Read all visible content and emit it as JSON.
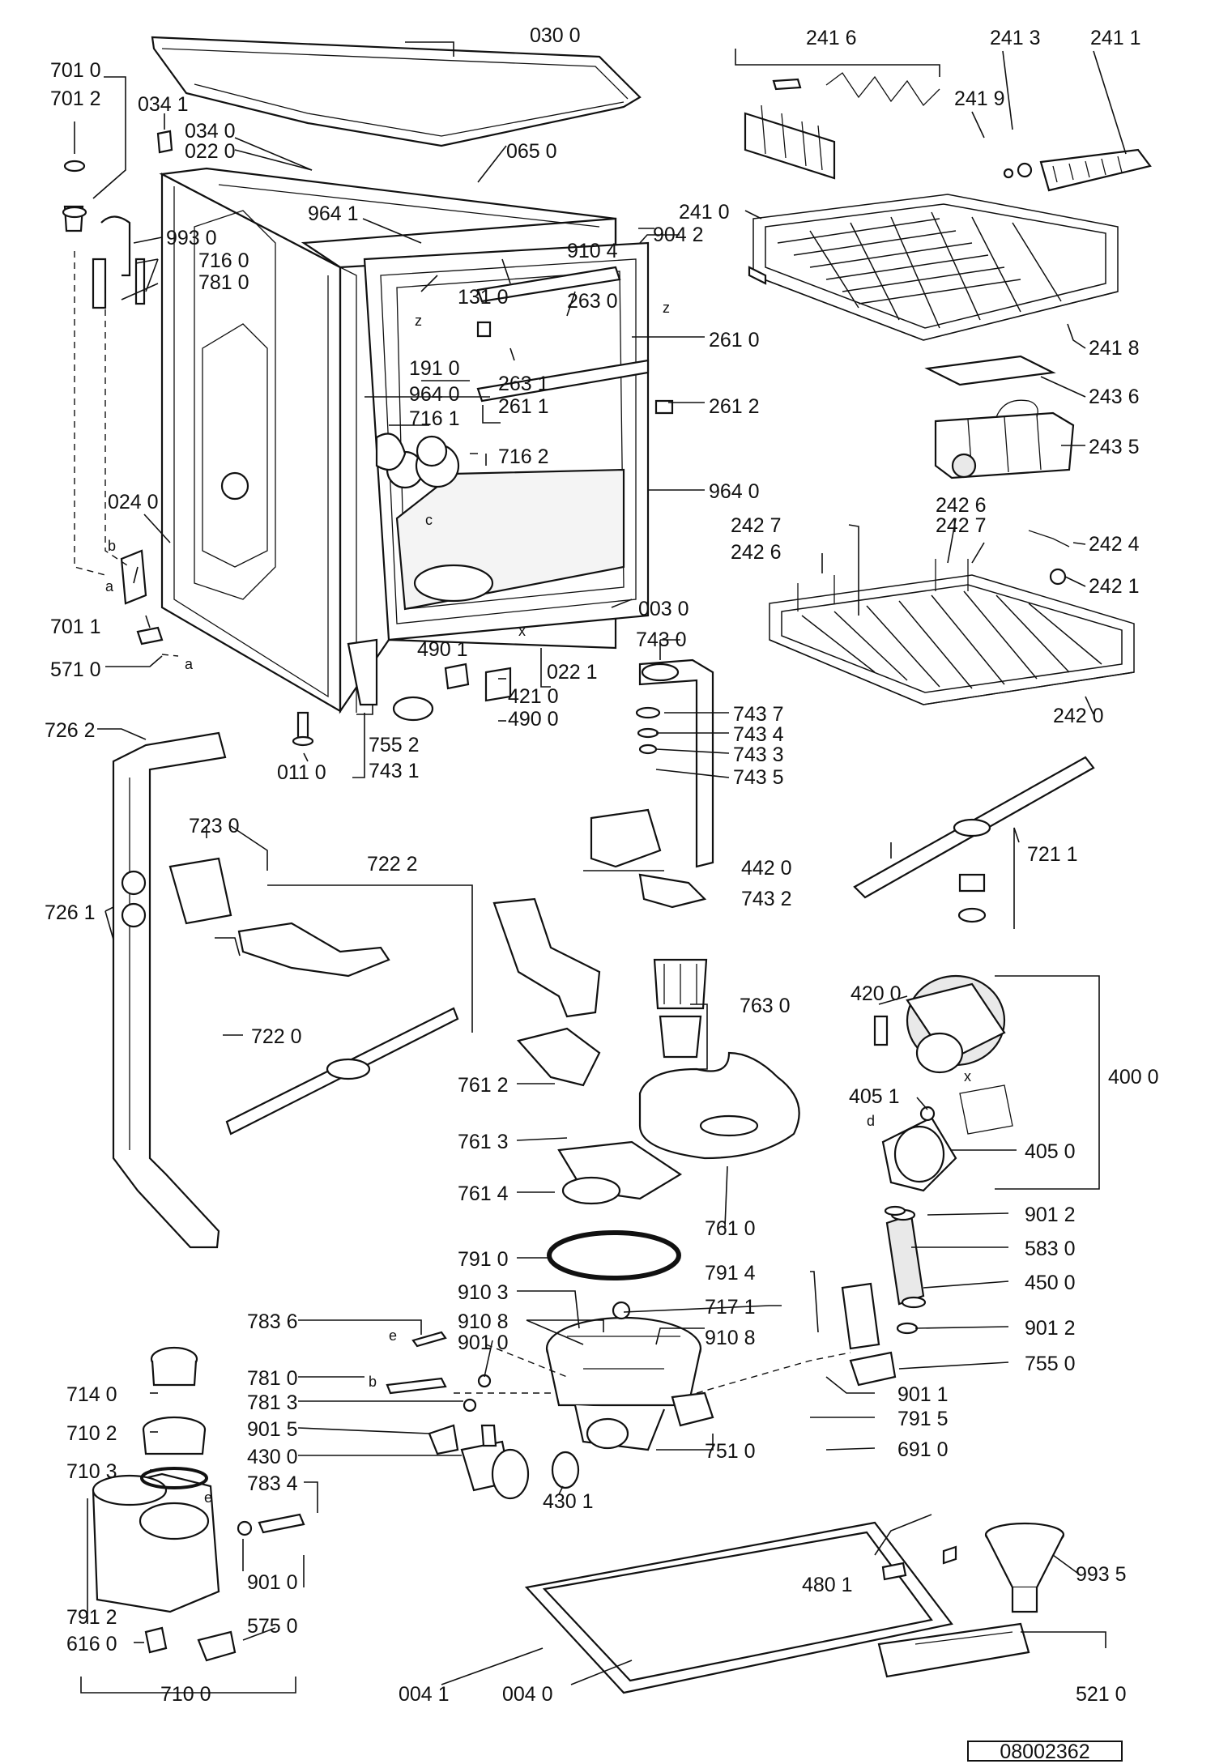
{
  "document_number": "08002362",
  "letters": {
    "a1": "a",
    "a2": "a",
    "b1": "b",
    "b2": "b",
    "c1": "c",
    "d1": "d",
    "e1": "e",
    "e2": "e",
    "x1": "x",
    "x2": "x",
    "z1": "z",
    "z2": "z"
  },
  "labels": {
    "l0300": "030 0",
    "l7010": "701 0",
    "l7012": "701 2",
    "l0341": "034 1",
    "l0340": "034 0",
    "l0220": "022 0",
    "l0650": "065 0",
    "l9641": "964 1",
    "l9930": "993 0",
    "l7160": "716 0",
    "l7810a": "781 0",
    "l9042": "904 2",
    "l9104": "910 4",
    "l1310": "131 0",
    "l2630": "263 0",
    "l2610": "261 0",
    "l1910": "191 0",
    "l9640a": "964 0",
    "l2631": "263 1",
    "l2611": "261 1",
    "l2612": "261 2",
    "l7161": "716 1",
    "l7162": "716 2",
    "l9640b": "964 0",
    "l0240": "024 0",
    "l7011": "701 1",
    "l0030": "003 0",
    "l5710": "571 0",
    "l4901": "490 1",
    "l0221": "022 1",
    "l7430": "743 0",
    "l4210": "421 0",
    "l4900": "490 0",
    "l7437": "743 7",
    "l7434": "743 4",
    "l7433": "743 3",
    "l7435": "743 5",
    "l7262": "726 2",
    "l7552": "755 2",
    "l0110": "011 0",
    "l7431": "743 1",
    "l2416": "241 6",
    "l2413": "241 3",
    "l2411": "241 1",
    "l2419": "241 9",
    "l2410": "241 0",
    "l2418": "241 8",
    "l2436": "243 6",
    "l2435": "243 5",
    "l2426a": "242 6",
    "l2427a": "242 7",
    "l2427b": "242 7",
    "l2426b": "242 6",
    "l2424": "242 4",
    "l2421": "242 1",
    "l2420": "242 0",
    "l7230": "723 0",
    "l7222": "722 2",
    "l4420": "442 0",
    "l7432": "743 2",
    "l7211": "721 1",
    "l7261": "726 1",
    "l7630": "763 0",
    "l4200": "420 0",
    "l7220": "722 0",
    "l4000": "400 0",
    "l7612": "761 2",
    "l4051": "405 1",
    "l7613": "761 3",
    "l4050": "405 0",
    "l7614": "761 4",
    "l7610": "761 0",
    "l9012a": "901 2",
    "l7910": "791 0",
    "l5830": "583 0",
    "l7914": "791 4",
    "l4500": "450 0",
    "l9103": "910 3",
    "l7171": "717 1",
    "l7836": "783 6",
    "l9108a": "910 8",
    "l9108b": "910 8",
    "l9012b": "901 2",
    "l9010a": "901 0",
    "l7550": "755 0",
    "l7140": "714 0",
    "l7810b": "781 0",
    "l9011": "901 1",
    "l7813": "781 3",
    "l7915": "791 5",
    "l7102": "710 2",
    "l9015": "901 5",
    "l4300": "430 0",
    "l7510": "751 0",
    "l6910": "691 0",
    "l7103": "710 3",
    "l7834": "783 4",
    "l4301": "430 1",
    "l9010b": "901 0",
    "l7912": "791 2",
    "l4801": "480 1",
    "l9935": "993 5",
    "l5750": "575 0",
    "l6160": "616 0",
    "l7100": "710 0",
    "l0041": "004 1",
    "l0040": "004 0",
    "l5210": "521 0"
  }
}
